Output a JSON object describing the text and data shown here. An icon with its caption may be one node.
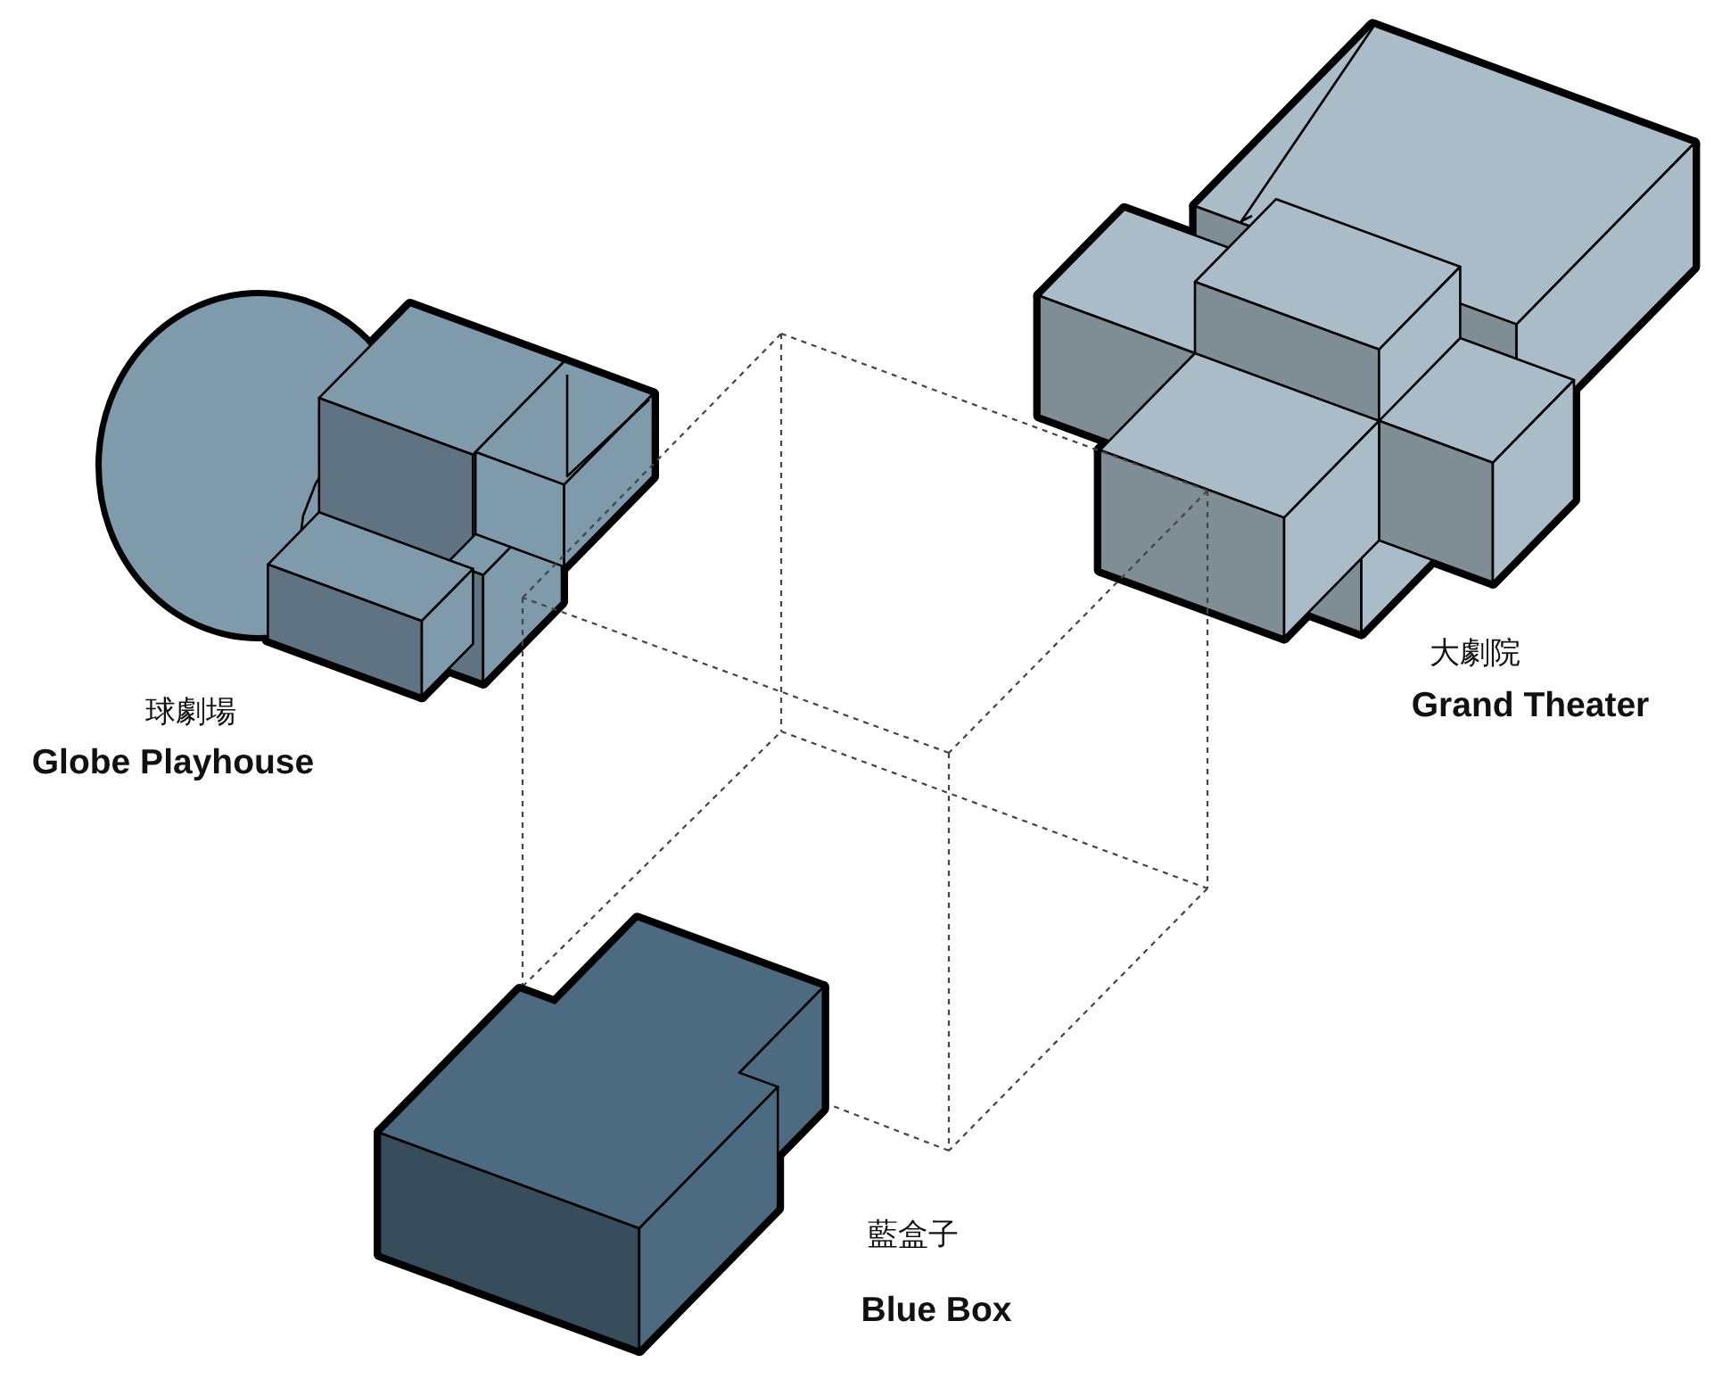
{
  "diagram": {
    "labels": [
      "球劇場",
      "Globe Playhouse",
      "大劇院",
      "Grand Theater",
      "藍盒子",
      "Blue Box"
    ]
  }
}
